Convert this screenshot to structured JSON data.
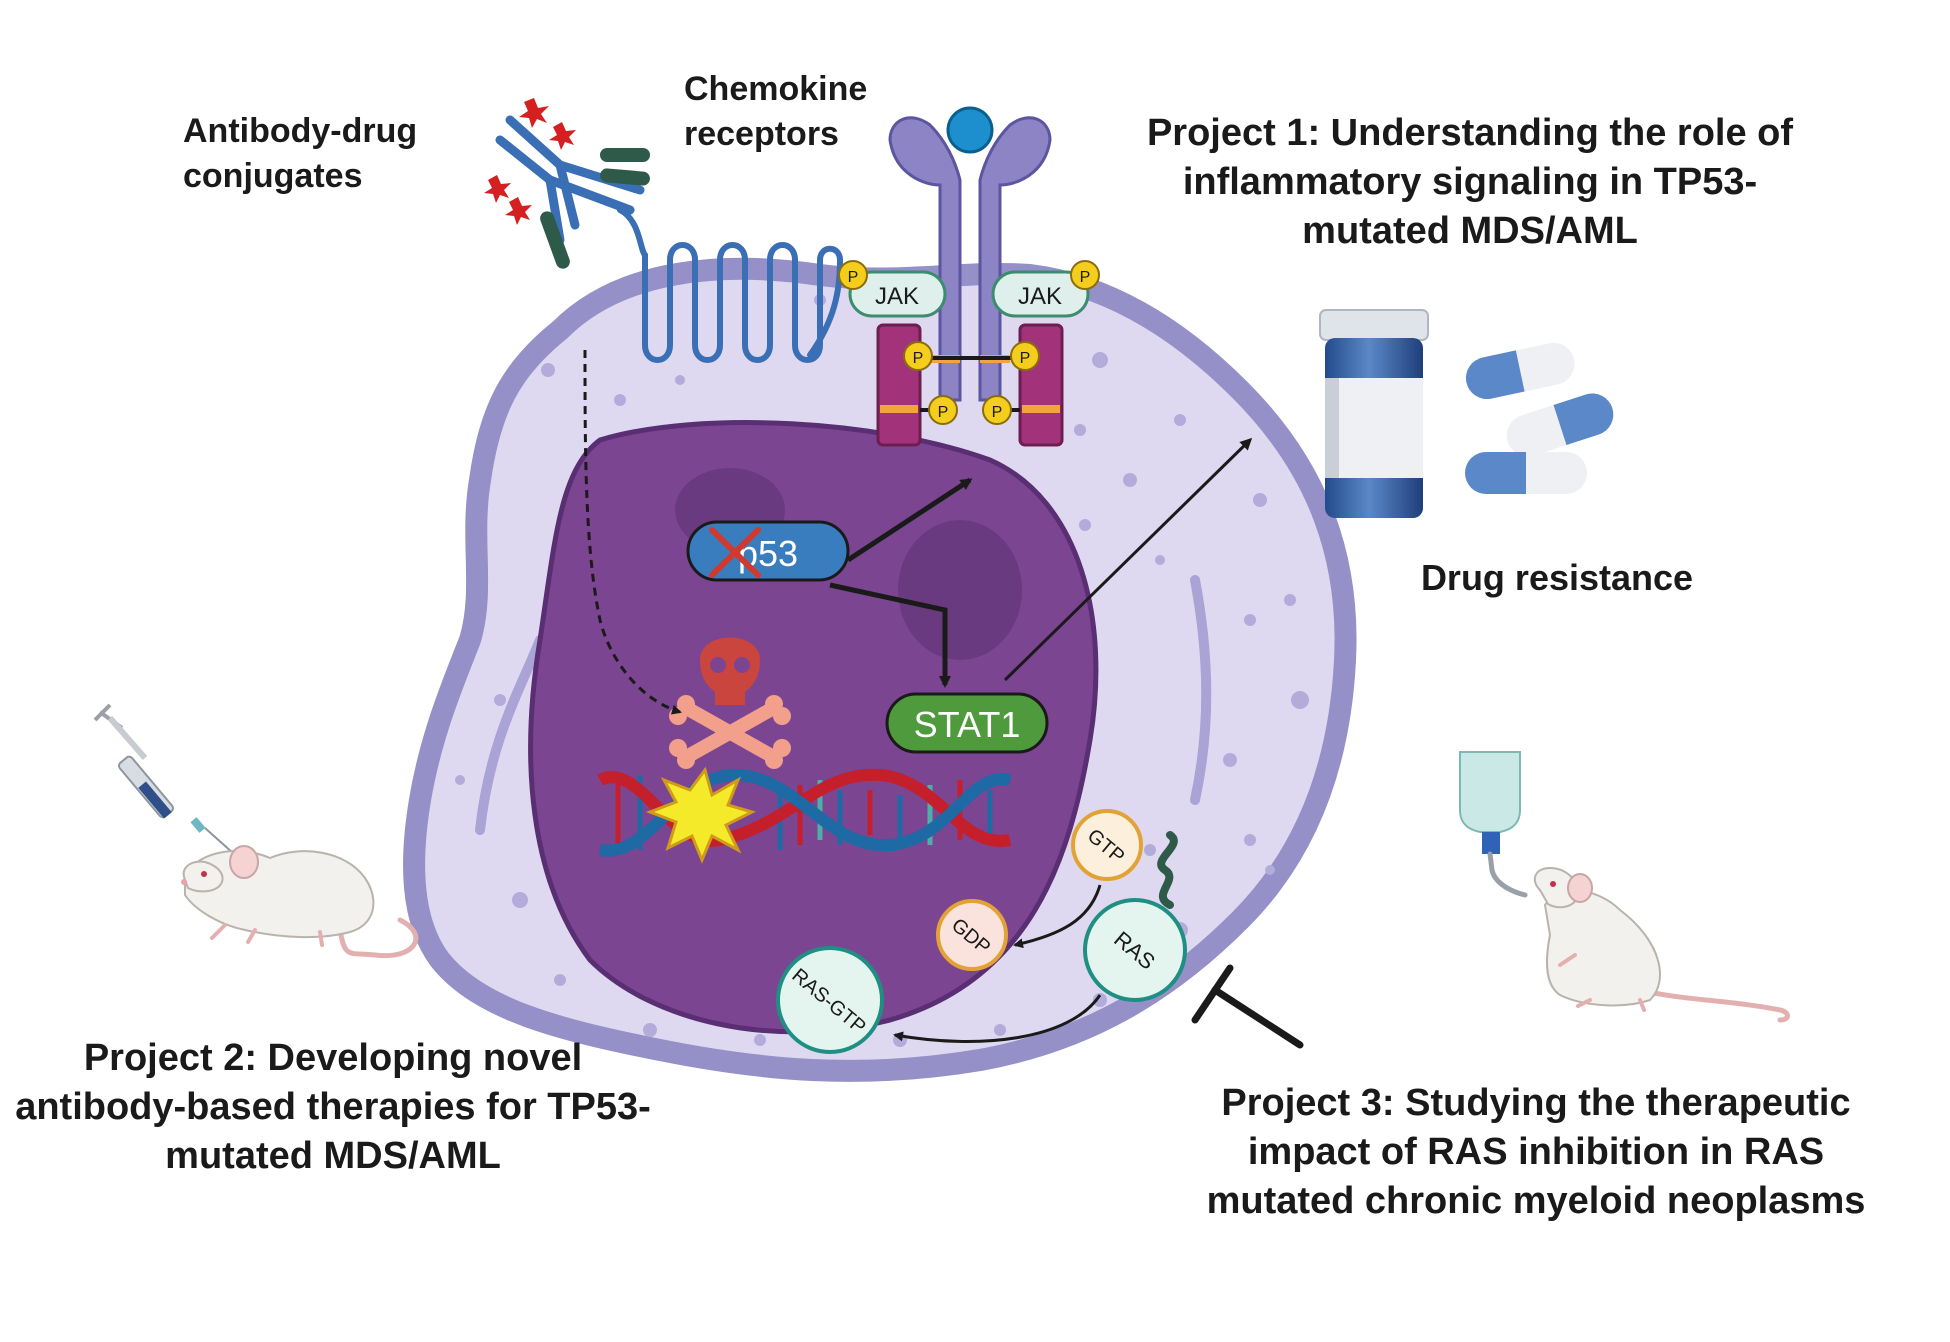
{
  "labels": {
    "adc": [
      "Antibody-drug",
      "conjugates"
    ],
    "chemokine": [
      "Chemokine",
      "receptors"
    ],
    "project1": [
      "Project 1: Understanding the role of",
      "inflammatory signaling in TP53-",
      "mutated MDS/AML"
    ],
    "drug_resistance": "Drug resistance",
    "project2": [
      "Project 2: Developing novel",
      "antibody-based therapies for TP53-",
      "mutated MDS/AML"
    ],
    "project3": [
      "Project 3: Studying the therapeutic",
      "impact of RAS inhibition in RAS",
      "mutated chronic myeloid neoplasms"
    ]
  },
  "molecules": {
    "jak_left": "JAK",
    "jak_right": "JAK",
    "phospho": "P",
    "p53": "p53",
    "stat1": "STAT1",
    "gtp": "GTP",
    "gdp": "GDP",
    "ras": "RAS",
    "ras_gtp": "RAS-GTP"
  },
  "colors": {
    "cell_membrane": "#9590c8",
    "cytoplasm": "#ded9f0",
    "nucleus": "#7b4592",
    "p53_fill": "#3a7dbf",
    "stat1_fill": "#4f9a3c",
    "jak_fill": "#dff0ec",
    "receptor_fill": "#8c84c4",
    "kinase_fill": "#a2337a",
    "phospho_fill": "#f5cd1d",
    "dna_red": "#c41f2a",
    "dna_blue": "#1d6aa5"
  },
  "icons": [
    "antibody-icon",
    "gpcr-receptor-icon",
    "cytokine-receptor-icon",
    "skull-icon",
    "dna-icon",
    "pill-bottle-icon",
    "capsule-icon",
    "mouse-icon",
    "syringe-icon",
    "feeding-bottle-icon"
  ]
}
